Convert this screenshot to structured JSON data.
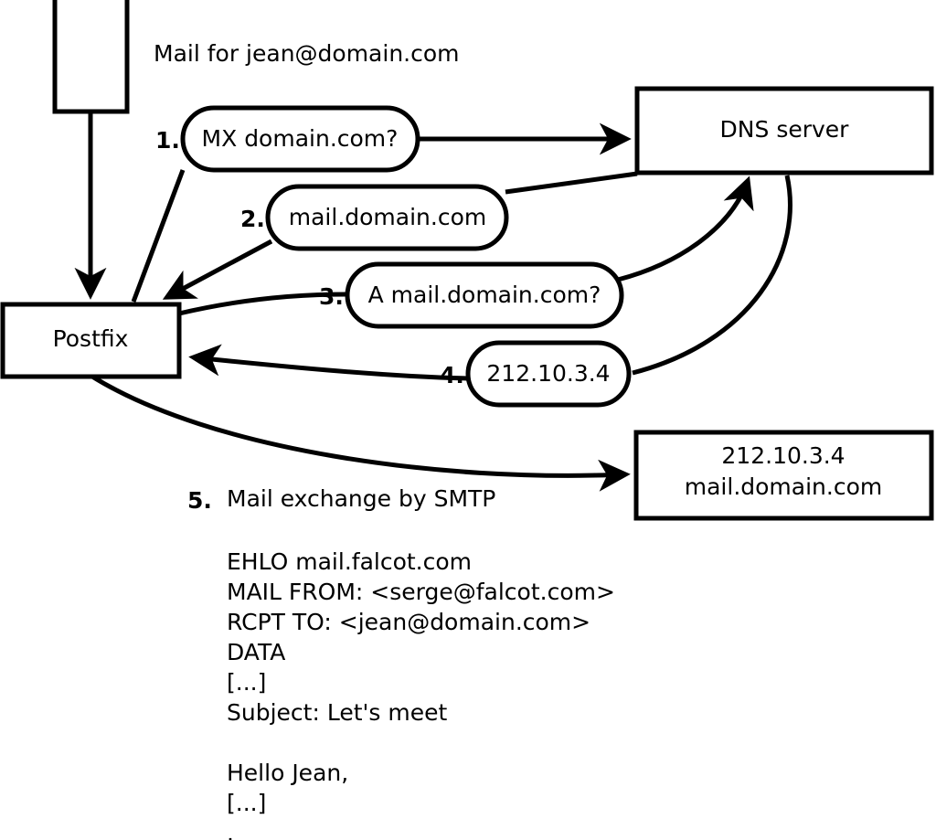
{
  "diagram": {
    "title_note": "Mail for jean@domain.com",
    "nodes": [
      {
        "id": "mail-source",
        "label": "",
        "shape": "rect"
      },
      {
        "id": "postfix",
        "label": "Postfix",
        "shape": "rect"
      },
      {
        "id": "dns-server",
        "label": "DNS server",
        "shape": "rect"
      },
      {
        "id": "remote-mail-server",
        "label_line1": "212.10.3.4",
        "label_line2": "mail.domain.com",
        "shape": "rect"
      }
    ],
    "steps": [
      {
        "num": "1.",
        "label": "MX domain.com?"
      },
      {
        "num": "2.",
        "label": "mail.domain.com"
      },
      {
        "num": "3.",
        "label": "A mail.domain.com?"
      },
      {
        "num": "4.",
        "label": "212.10.3.4"
      },
      {
        "num": "5.",
        "label": "Mail exchange by SMTP"
      }
    ],
    "transcript": {
      "lines": [
        "EHLO mail.falcot.com",
        "MAIL FROM: <serge@falcot.com>",
        "RCPT TO: <jean@domain.com>",
        "DATA",
        "[...]",
        "Subject: Let's meet",
        "",
        "Hello Jean,",
        "[...]",
        "."
      ]
    },
    "colors": {
      "stroke": "#000000",
      "fill": "#ffffff",
      "text": "#000000"
    }
  }
}
